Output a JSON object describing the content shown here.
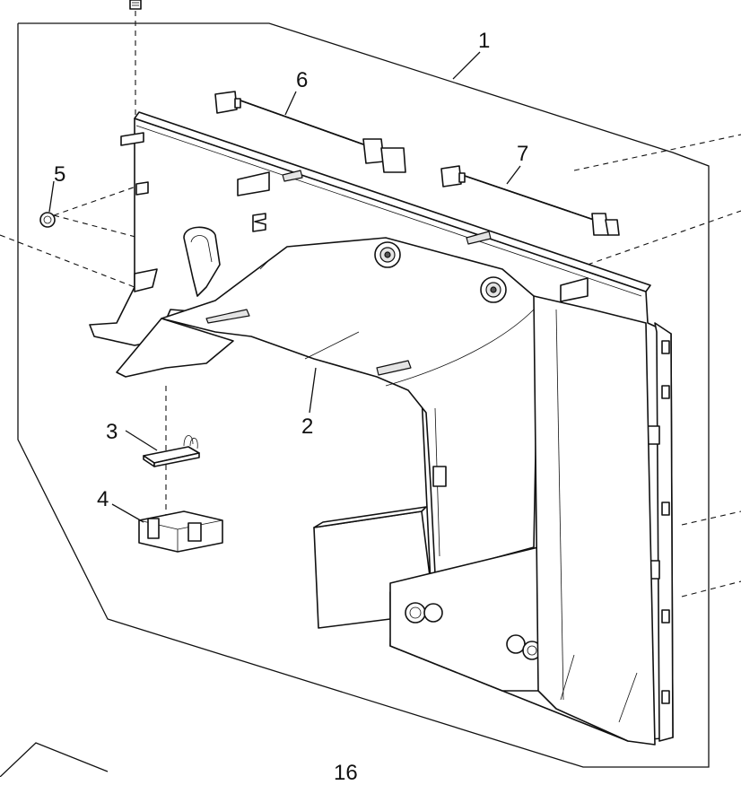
{
  "callouts": {
    "c1": "1",
    "c2": "2",
    "c3": "3",
    "c4": "4",
    "c5": "5",
    "c6": "6",
    "c7": "7",
    "c16": "16"
  }
}
